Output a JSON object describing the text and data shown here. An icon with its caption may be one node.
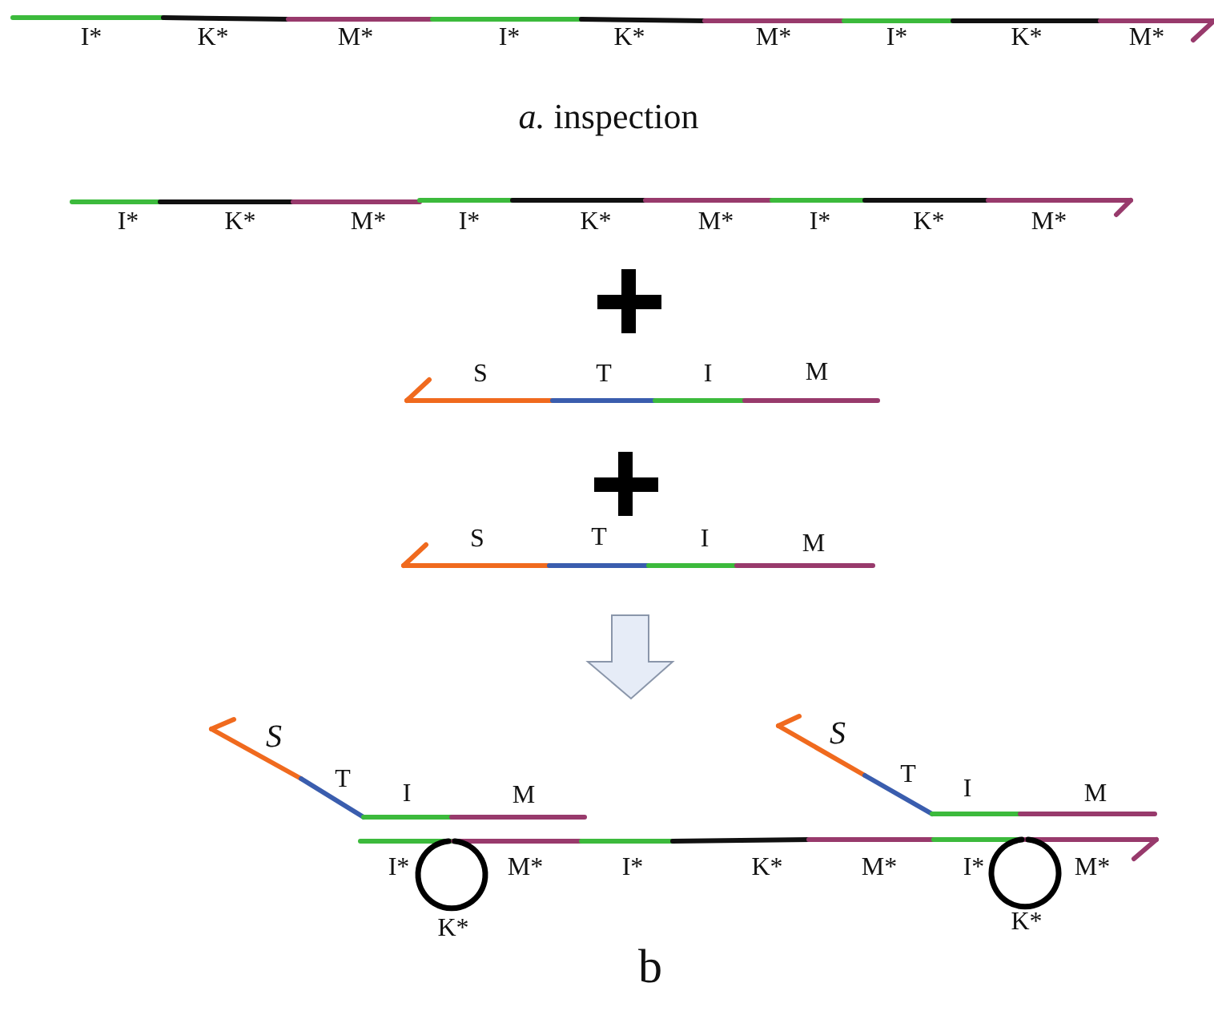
{
  "diagram": {
    "labels": [
      "I*",
      "K*",
      "M*",
      "I*",
      "K*",
      "M*",
      "I*",
      "K*",
      "M*",
      "*a.* inspection",
      "I*",
      "K*",
      "M*",
      "I*",
      "K*",
      "M*",
      "I*",
      "K*",
      "M*",
      "S",
      "T",
      "I",
      "M",
      "S",
      "T",
      "I",
      "M",
      "S",
      "T",
      "I",
      "M",
      "S",
      "T",
      "I",
      "M",
      "I*",
      "M*",
      "I*",
      "K*",
      "M*",
      "I*",
      "M*",
      "K*",
      "K*",
      "b"
    ]
  }
}
